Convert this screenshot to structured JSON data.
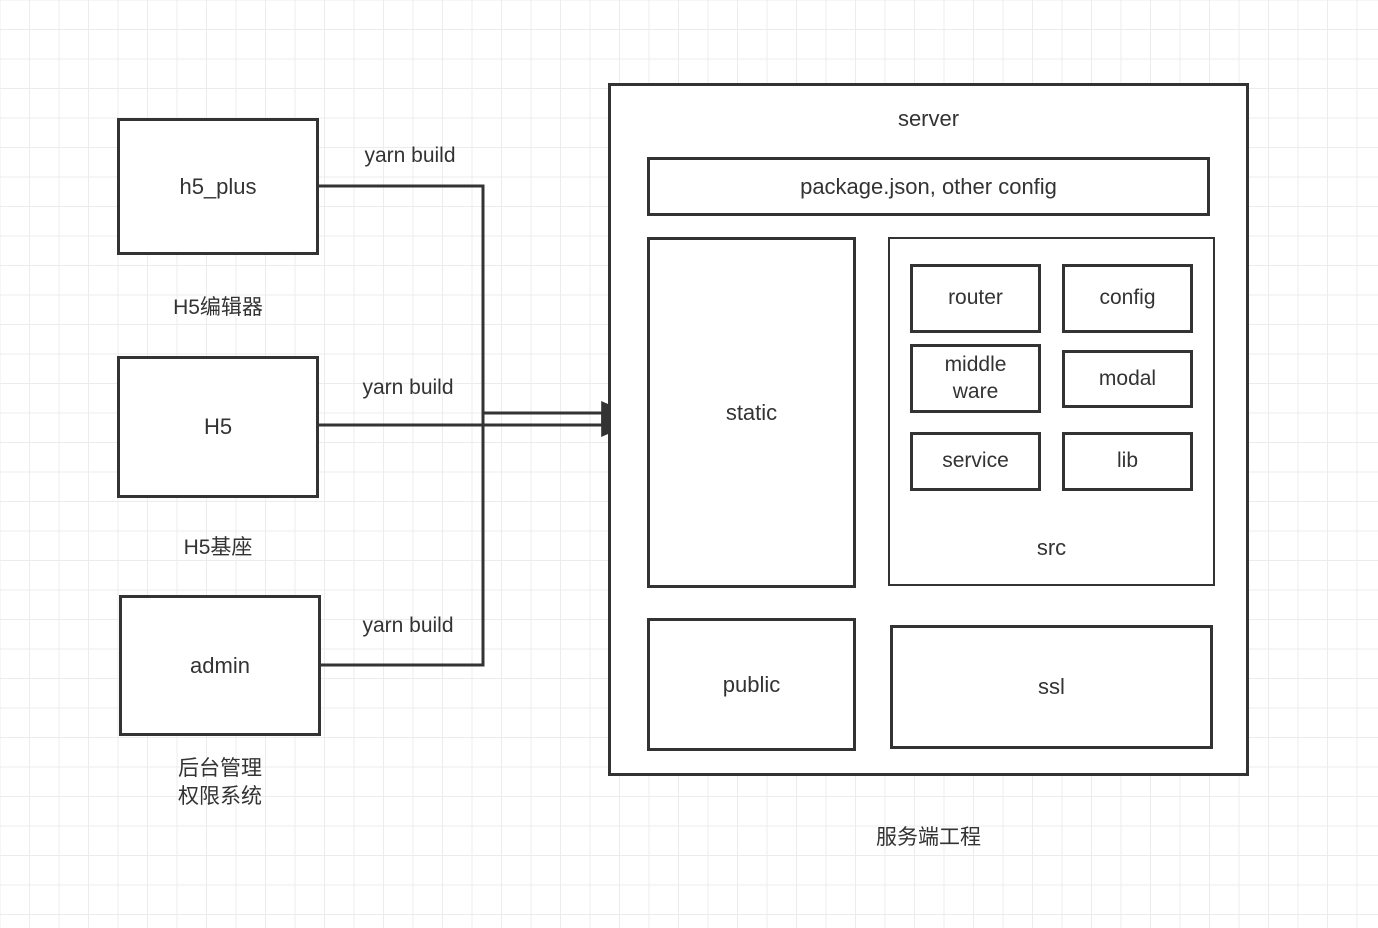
{
  "diagram": {
    "title_implicit": "",
    "stroke_color": "#333333",
    "background_color": "#ffffff",
    "grid_color": "#ececec"
  },
  "sources": [
    {
      "id": "h5_plus",
      "label": "h5_plus",
      "caption": "H5编辑器",
      "edge_label": "yarn build"
    },
    {
      "id": "h5",
      "label": "H5",
      "caption": "H5基座",
      "edge_label": "yarn build"
    },
    {
      "id": "admin",
      "label": "admin",
      "caption": "后台管理\n权限系统",
      "edge_label": "yarn build"
    }
  ],
  "server": {
    "label": "server",
    "caption": "服务端工程",
    "config_box": {
      "label": "package.json, other config"
    },
    "static_box": {
      "label": "static"
    },
    "src_box": {
      "label": "src",
      "children": [
        {
          "label": "router"
        },
        {
          "label": "config"
        },
        {
          "label": "middle\nware"
        },
        {
          "label": "modal"
        },
        {
          "label": "service"
        },
        {
          "label": "lib"
        }
      ]
    },
    "public_box": {
      "label": "public"
    },
    "ssl_box": {
      "label": "ssl"
    }
  },
  "arrows": [
    {
      "from": "h5_plus + admin (merged bus)",
      "to": "static",
      "style": "solid-arrowhead"
    },
    {
      "from": "h5",
      "to": "static",
      "style": "solid-arrowhead"
    }
  ]
}
